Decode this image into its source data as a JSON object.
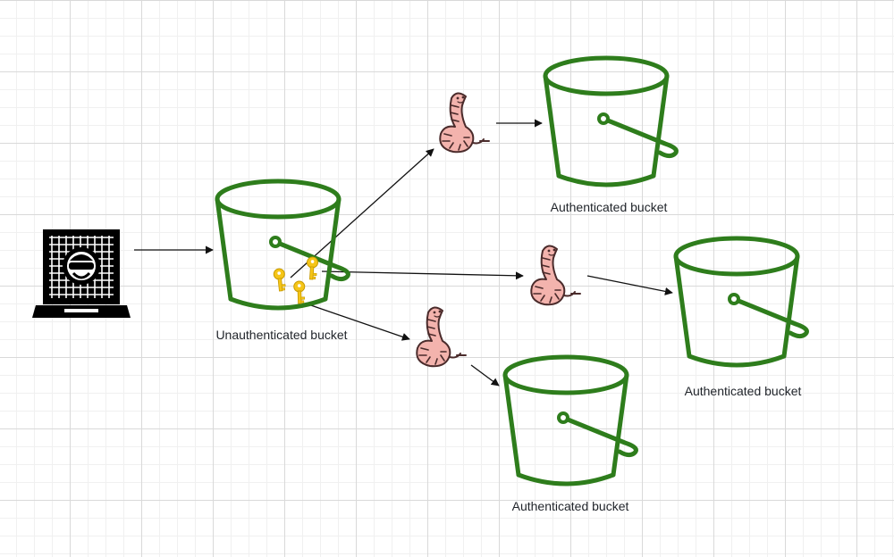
{
  "diagram": {
    "nodes": {
      "source_bucket": {
        "label": "Unauthenticated bucket",
        "icon": "bucket-icon"
      },
      "target_bucket_top": {
        "label": "Authenticated bucket",
        "icon": "bucket-icon"
      },
      "target_bucket_right": {
        "label": "Authenticated bucket",
        "icon": "bucket-icon"
      },
      "target_bucket_bottom": {
        "label": "Authenticated bucket",
        "icon": "bucket-icon"
      },
      "attacker": {
        "icon": "hacker-laptop-icon"
      }
    },
    "icons": [
      "hacker-laptop-icon",
      "bucket-icon",
      "key-icon",
      "worm-icon",
      "arrow-icon"
    ],
    "colors": {
      "bucket": "#2e7d1c",
      "key": "#f5c518",
      "worm_fill": "#f3b3ad",
      "worm_stroke": "#4a2b2b",
      "arrow": "#111111"
    }
  }
}
